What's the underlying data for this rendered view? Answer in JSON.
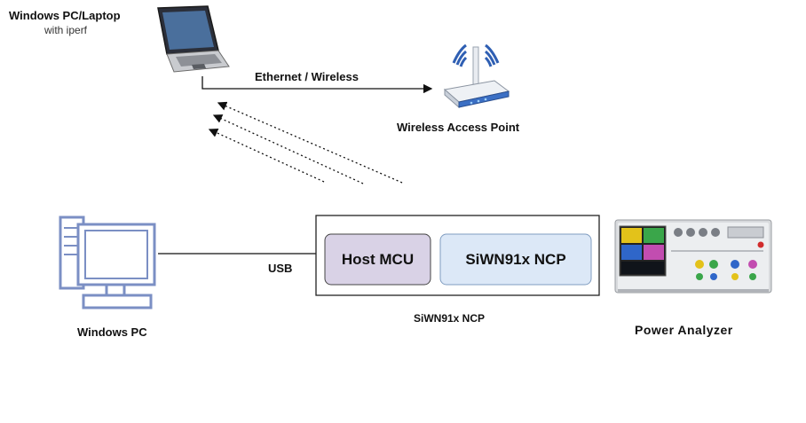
{
  "laptop": {
    "title": "Windows PC/Laptop",
    "subtitle": "with iperf",
    "icon": "laptop-icon"
  },
  "link_label": "Ethernet / Wireless",
  "access_point": {
    "label": "Wireless Access Point",
    "icon": "wireless-router-icon"
  },
  "pc": {
    "label": "Windows PC",
    "icon": "desktop-pc-icon"
  },
  "usb_label": "USB",
  "ncp_board": {
    "caption": "SiWN91x NCP",
    "host_label": "Host MCU",
    "ncp_label": "SiWN91x NCP",
    "colors": {
      "host_fill": "#d9d2e6",
      "ncp_fill": "#dce8f7",
      "border": "#222222"
    }
  },
  "power_analyzer": {
    "label": "Power Analyzer",
    "icon": "power-analyzer-icon"
  }
}
